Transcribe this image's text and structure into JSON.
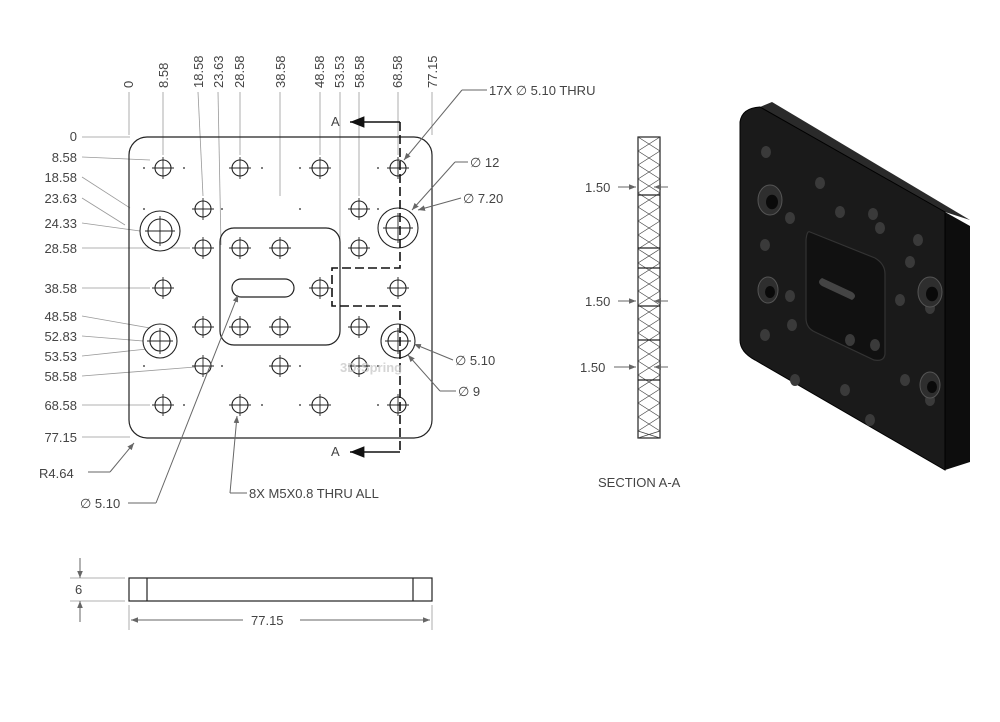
{
  "top_view": {
    "x_dims": [
      "0",
      "8.58",
      "18.58",
      "23.63",
      "28.58",
      "38.58",
      "48.58",
      "53.53",
      "58.58",
      "68.58",
      "77.15"
    ],
    "y_dims": [
      "0",
      "8.58",
      "18.58",
      "23.63",
      "24.33",
      "28.58",
      "38.58",
      "48.58",
      "52.83",
      "53.53",
      "58.58",
      "68.58",
      "77.15"
    ],
    "section_mark": "A",
    "callouts": {
      "thru_holes": "17X ∅ 5.10 THRU",
      "dia12": "∅ 12",
      "dia720": "∅ 7.20",
      "dia510_right": "∅ 5.10",
      "dia9": "∅ 9",
      "radius": "R4.64",
      "dia510_left": "∅ 5.10",
      "tapped": "8X M5X0.8 THRU ALL"
    }
  },
  "section": {
    "dims": [
      "1.50",
      "1.50",
      "1.50"
    ],
    "title": "SECTION A-A"
  },
  "side_view": {
    "thickness": "6",
    "width": "77.15"
  },
  "watermark": "3D-Spring",
  "colors": {
    "line": "#222222",
    "dim": "#666666",
    "plate": "#1a1a1a",
    "watermark": "#c8c8c8"
  }
}
